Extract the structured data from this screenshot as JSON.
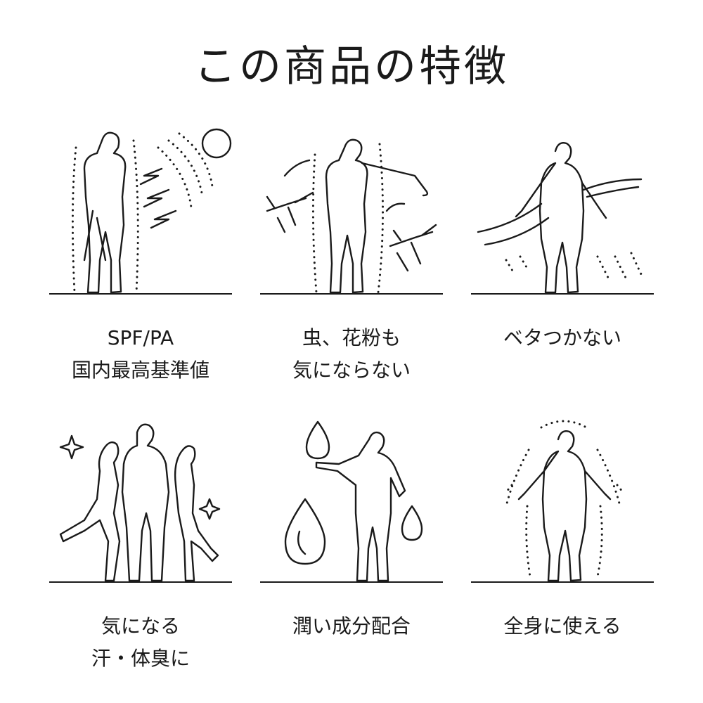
{
  "page": {
    "title": "この商品の特徴",
    "accent_color": "#1a1a1a",
    "background": "#ffffff"
  },
  "features": [
    {
      "icon": "sun-protection-icon",
      "caption": "SPF/PA\n国内最高基準値"
    },
    {
      "icon": "insect-pollen-icon",
      "caption": "虫、花粉も\n気にならない"
    },
    {
      "icon": "non-sticky-icon",
      "caption": "ベタつかない"
    },
    {
      "icon": "sweat-odor-icon",
      "caption": "気になる\n汗・体臭に"
    },
    {
      "icon": "moisture-drop-icon",
      "caption": "潤い成分配合"
    },
    {
      "icon": "full-body-icon",
      "caption": "全身に使える"
    }
  ]
}
